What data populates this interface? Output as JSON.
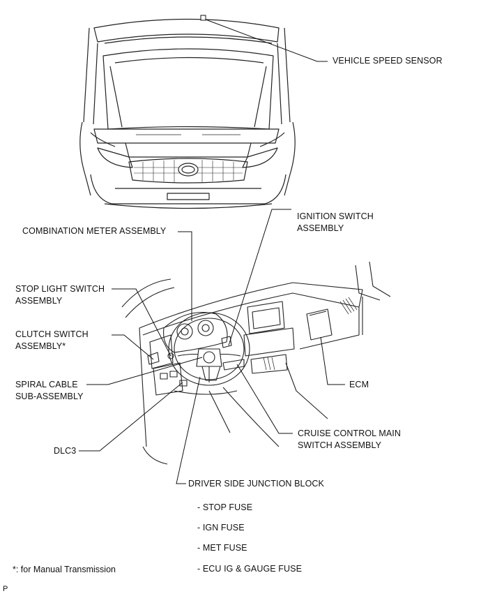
{
  "labels": {
    "vehicle_speed_sensor": "VEHICLE SPEED SENSOR",
    "combination_meter": "COMBINATION METER ASSEMBLY",
    "ignition_switch_1": "IGNITION SWITCH",
    "ignition_switch_2": "ASSEMBLY",
    "stop_light_switch_1": "STOP LIGHT SWITCH",
    "stop_light_switch_2": "ASSEMBLY",
    "clutch_switch_1": "CLUTCH SWITCH",
    "clutch_switch_2": "ASSEMBLY*",
    "spiral_cable_1": "SPIRAL CABLE",
    "spiral_cable_2": "SUB-ASSEMBLY",
    "ecm": "ECM",
    "dlc3": "DLC3",
    "cruise_control_1": "CRUISE CONTROL MAIN",
    "cruise_control_2": "SWITCH ASSEMBLY",
    "driver_side_junction_block": "DRIVER SIDE JUNCTION BLOCK"
  },
  "fuses": [
    "- STOP FUSE",
    "- IGN FUSE",
    "- MET FUSE",
    "- ECU IG & GAUGE FUSE"
  ],
  "footnote": "*: for Manual Transmission",
  "corner_mark": "P"
}
